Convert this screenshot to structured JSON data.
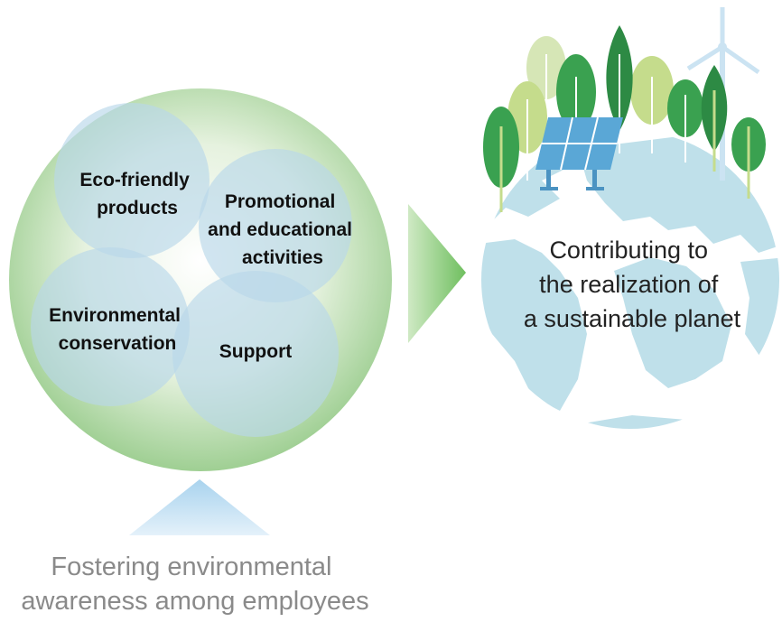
{
  "circles": {
    "eco_friendly": [
      "Eco-friendly",
      "products"
    ],
    "promotional": [
      "Promotional",
      "and educational",
      "activities"
    ],
    "environmental": [
      "Environmental",
      "conservation"
    ],
    "support": [
      "Support"
    ]
  },
  "goal": [
    "Contributing to",
    "the realization of",
    "a sustainable planet"
  ],
  "foundation": [
    "Fostering environmental",
    "awareness among employees"
  ],
  "colors": {
    "outer_green": "#9fcf93",
    "inner_blue": "#b9d7ea",
    "arrow_green": "#7cc46c",
    "up_arrow_blue": "#a9d3ee",
    "globe_sea": "#ffffff",
    "globe_land": "#bfe0ea",
    "tree_dark": "#3aa150",
    "tree_light": "#c5dc8c",
    "panel_blue": "#5aa7d6"
  },
  "icons": [
    "wind-turbine-icon",
    "solar-panel-icon",
    "tree-icon"
  ]
}
